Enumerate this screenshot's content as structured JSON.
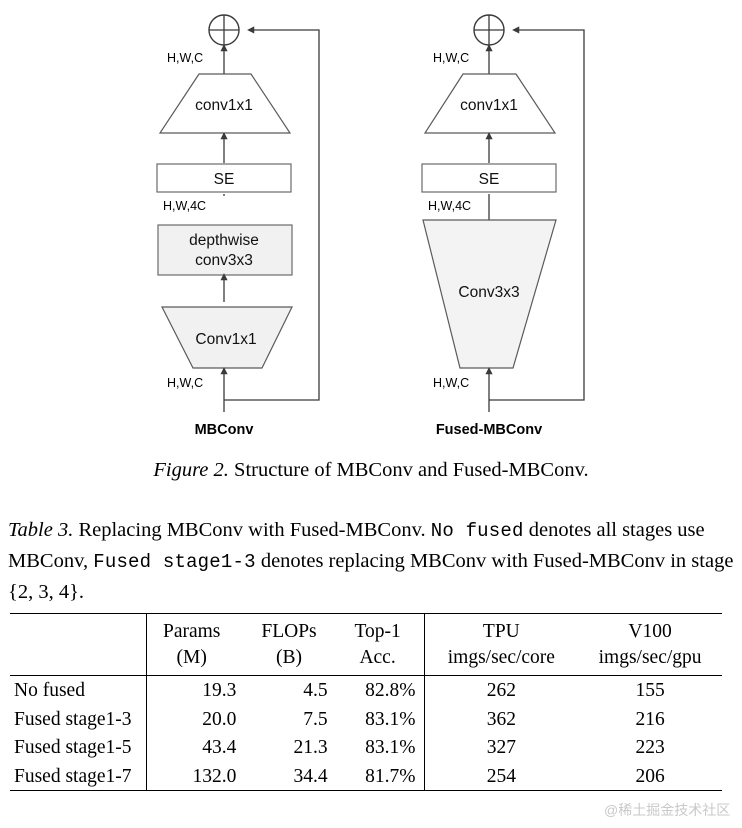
{
  "figure": {
    "left_diagram": {
      "name": "MBConv",
      "label": "MBConv",
      "blocks": [
        {
          "id": "conv1x1-top",
          "text": "conv1x1",
          "shape": "trapezoid-up",
          "fill": "#ffffff"
        },
        {
          "id": "se",
          "text": "SE",
          "shape": "rect",
          "fill": "#ffffff"
        },
        {
          "id": "depthwise",
          "text_line1": "depthwise",
          "text_line2": "conv3x3",
          "shape": "rect",
          "fill": "#f1f1f1"
        },
        {
          "id": "conv1x1-bottom",
          "text": "Conv1x1",
          "shape": "trapezoid-down",
          "fill": "#f1f1f1"
        }
      ],
      "dims": {
        "output": "H,W,C",
        "mid": "H,W,4C",
        "input": "H,W,C"
      },
      "add_symbol": "circle-plus"
    },
    "right_diagram": {
      "name": "Fused-MBConv",
      "label": "Fused-MBConv",
      "blocks": [
        {
          "id": "conv1x1-top",
          "text": "conv1x1",
          "shape": "trapezoid-up",
          "fill": "#ffffff"
        },
        {
          "id": "se",
          "text": "SE",
          "shape": "rect",
          "fill": "#ffffff"
        },
        {
          "id": "conv3x3",
          "text": "Conv3x3",
          "shape": "trapezoid-down",
          "fill": "#f3f3f3"
        }
      ],
      "dims": {
        "output": "H,W,C",
        "mid": "H,W,4C",
        "input": "H,W,C"
      },
      "add_symbol": "circle-plus"
    },
    "caption": {
      "prefix": "Figure 2.",
      "text": "Structure of MBConv and Fused-MBConv."
    }
  },
  "table_caption": {
    "prefix": "Table 3.",
    "seg1": "Replacing MBConv with Fused-MBConv.",
    "mono1": "No fused",
    "seg2": "denotes all stages use MBConv,",
    "mono2": "Fused stage1-3",
    "seg3": "denotes replacing MBConv with Fused-MBConv in stage {2, 3, 4}."
  },
  "table": {
    "headers": [
      {
        "top": "",
        "sub": ""
      },
      {
        "top": "Params",
        "sub": "(M)"
      },
      {
        "top": "FLOPs",
        "sub": "(B)"
      },
      {
        "top": "Top-1",
        "sub": "Acc."
      },
      {
        "top": "TPU",
        "sub": "imgs/sec/core"
      },
      {
        "top": "V100",
        "sub": "imgs/sec/gpu"
      }
    ],
    "rows": [
      {
        "name": "No fused",
        "params": "19.3",
        "flops": "4.5",
        "top1": "82.8%",
        "tpu": "262",
        "v100": "155"
      },
      {
        "name": "Fused stage1-3",
        "params": "20.0",
        "flops": "7.5",
        "top1": "83.1%",
        "tpu": "362",
        "v100": "216"
      },
      {
        "name": "Fused stage1-5",
        "params": "43.4",
        "flops": "21.3",
        "top1": "83.1%",
        "tpu": "327",
        "v100": "223"
      },
      {
        "name": "Fused stage1-7",
        "params": "132.0",
        "flops": "34.4",
        "top1": "81.7%",
        "tpu": "254",
        "v100": "206"
      }
    ]
  },
  "watermark": {
    "text": "@稀土掘金技术社区"
  }
}
